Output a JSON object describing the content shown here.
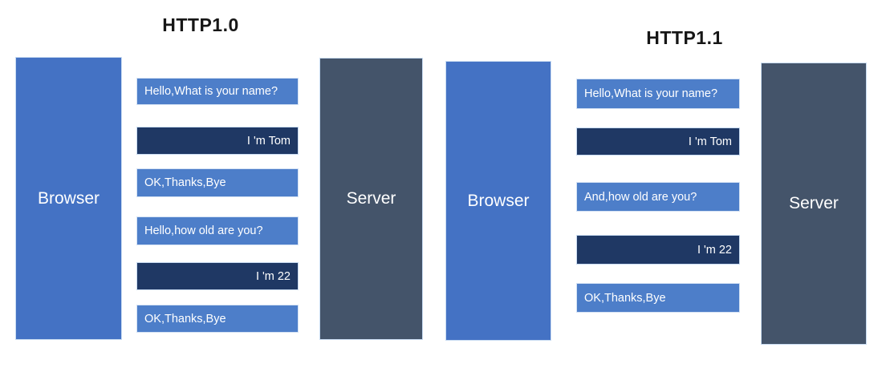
{
  "colors": {
    "browser_box": "#4472c4",
    "server_box": "#44546a",
    "request_bubble": "#4d7ec9",
    "response_bubble": "#1f3864",
    "title_text": "#161616",
    "bubble_text": "#ffffff"
  },
  "panels": [
    {
      "title": "HTTP1.0",
      "browser_label": "Browser",
      "server_label": "Server",
      "messages": [
        {
          "text": "Hello,What is your name?",
          "type": "request"
        },
        {
          "text": "I 'm Tom",
          "type": "response"
        },
        {
          "text": "OK,Thanks,Bye",
          "type": "request"
        },
        {
          "text": "Hello,how old are you?",
          "type": "request"
        },
        {
          "text": "I 'm 22",
          "type": "response"
        },
        {
          "text": "OK,Thanks,Bye",
          "type": "request"
        }
      ]
    },
    {
      "title": "HTTP1.1",
      "browser_label": "Browser",
      "server_label": "Server",
      "messages": [
        {
          "text": "Hello,What is your name?",
          "type": "request"
        },
        {
          "text": "I 'm Tom",
          "type": "response"
        },
        {
          "text": "And,how old are you?",
          "type": "request"
        },
        {
          "text": "I 'm 22",
          "type": "response"
        },
        {
          "text": "OK,Thanks,Bye",
          "type": "request"
        }
      ]
    }
  ]
}
